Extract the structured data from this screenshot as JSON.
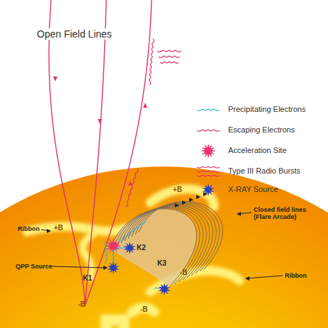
{
  "diagram": {
    "labels": [
      "Open Field Lines",
      "Closed field lines (Flare Arcade)",
      "Ribbon",
      "Ribbon",
      "QPP Source",
      "+B",
      "+B",
      "-B",
      "-B",
      "-B",
      "K1",
      "K2",
      "K3"
    ],
    "legend": [
      {
        "text": "Precipitating Electrons"
      },
      {
        "text": "Escaping Electrons"
      },
      {
        "text": "Acceleration Site"
      },
      {
        "text": "Type III Radio Bursts"
      },
      {
        "text": "X-RAY Source"
      }
    ]
  }
}
